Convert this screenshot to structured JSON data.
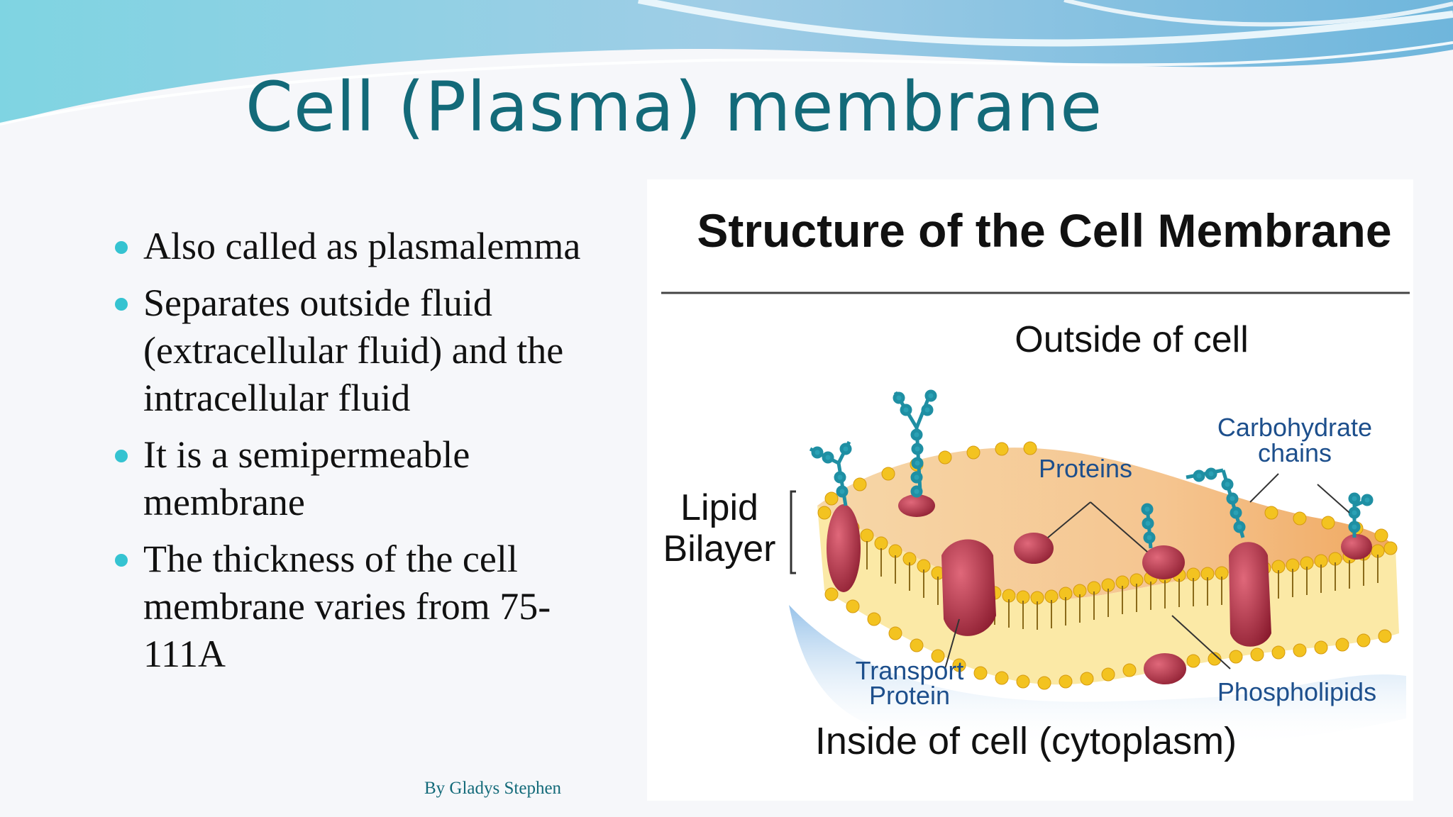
{
  "slide": {
    "title": "Cell (Plasma) membrane",
    "bullets": [
      "Also called as plasmalemma",
      "Separates outside fluid (extracellular fluid) and the intracellular fluid",
      "It is a semipermeable membrane",
      "The thickness of the cell membrane varies from 75-111A"
    ],
    "byline": "By Gladys Stephen"
  },
  "figure": {
    "title": "Structure of the Cell Membrane",
    "outside_label": "Outside of cell",
    "inside_label": "Inside of cell (cytoplasm)",
    "lipid_label_line1": "Lipid",
    "lipid_label_line2": "Bilayer",
    "proteins_label": "Proteins",
    "carb_label_line1": "Carbohydrate",
    "carb_label_line2": "chains",
    "transport_label_line1": "Transport",
    "transport_label_line2": "Protein",
    "phospholipids_label": "Phospholipids"
  },
  "colors": {
    "title": "#136a79",
    "bullet": "#35c3d1",
    "label_blue": "#1d4f8c",
    "protein": "#a8253a",
    "lipid_head": "#f3c320",
    "carb": "#1f8fa3"
  }
}
